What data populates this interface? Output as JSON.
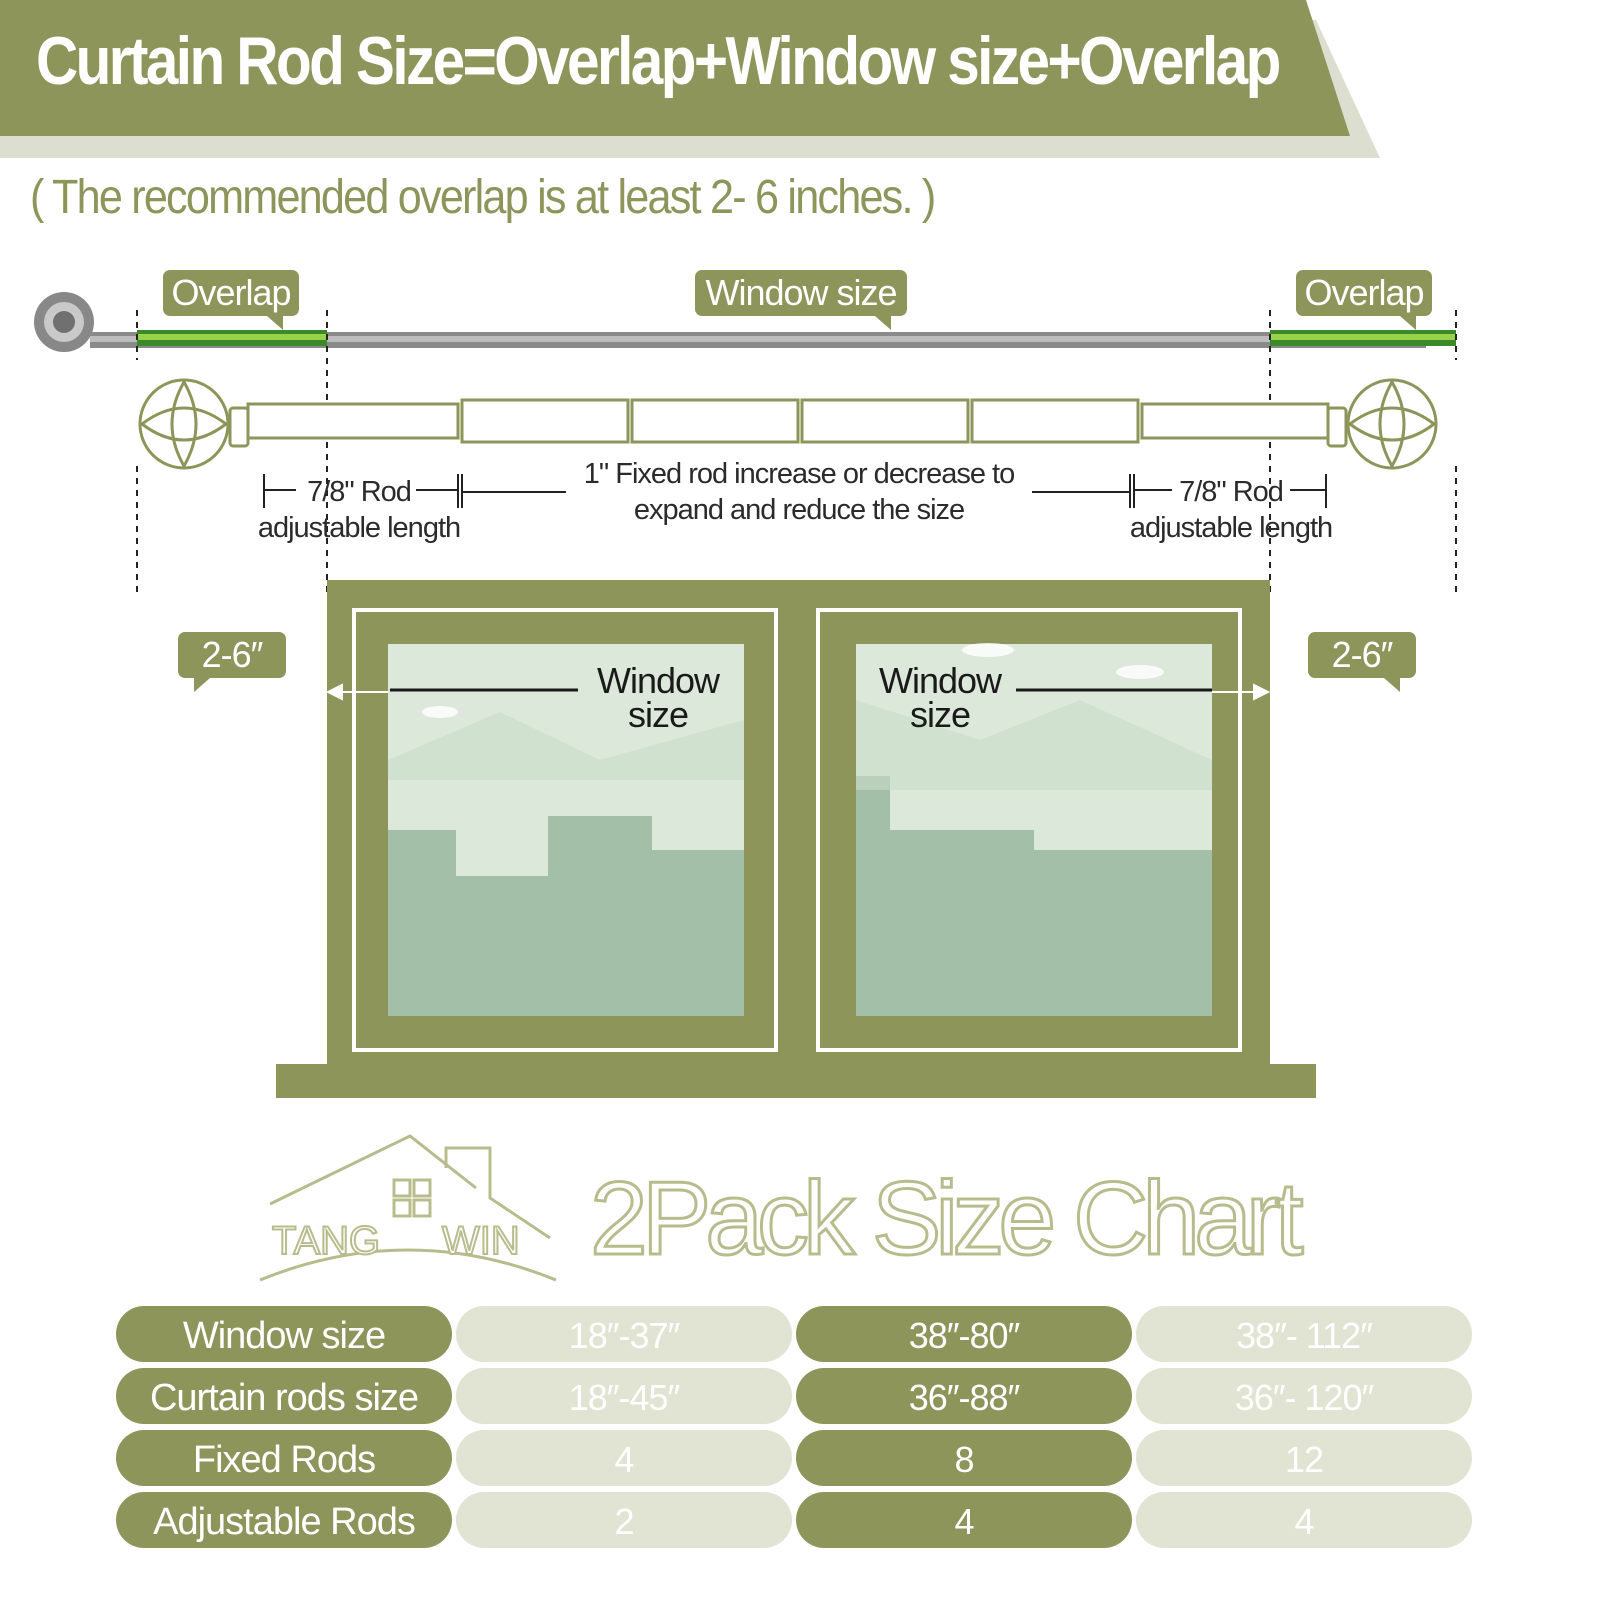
{
  "header": {
    "title": "Curtain Rod Size=Overlap+Window size+Overlap",
    "subtitle": "( The recommended overlap is at least 2- 6 inches. )"
  },
  "diagram": {
    "overlap_left_label": "Overlap",
    "window_size_label": "Window size",
    "overlap_right_label": "Overlap",
    "left_adjustable_line1": "7/8\"  Rod",
    "left_adjustable_line2": "adjustable length",
    "fixed_rod_line1": "1\" Fixed rod  increase or decrease to",
    "fixed_rod_line2": "expand and reduce the size",
    "right_adjustable_line1": "7/8\"  Rod",
    "right_adjustable_line2": "adjustable length",
    "left_overlap_size": "2-6″",
    "right_overlap_size": "2-6″",
    "left_window_label_line1": "Window",
    "left_window_label_line2": "size",
    "right_window_label_line1": "Window",
    "right_window_label_line2": "size"
  },
  "logo": {
    "text_left": "TANG",
    "text_right": "WIN"
  },
  "size_chart": {
    "title": "2Pack Size Chart",
    "rows": [
      {
        "label": "Window size",
        "values": [
          "18″-37″",
          "38″-80″",
          "38″- 112″"
        ]
      },
      {
        "label": "Curtain rods size",
        "values": [
          "18″-45″",
          "36″-88″",
          "36″- 120″"
        ]
      },
      {
        "label": "Fixed Rods",
        "values": [
          "4",
          "8",
          "12"
        ]
      },
      {
        "label": "Adjustable Rods",
        "values": [
          "2",
          "4",
          "4"
        ]
      }
    ]
  },
  "colors": {
    "brand_olive": "#8e955a",
    "light_sage": "#e1e3d3",
    "overlap_green": "#3a8a2a"
  }
}
